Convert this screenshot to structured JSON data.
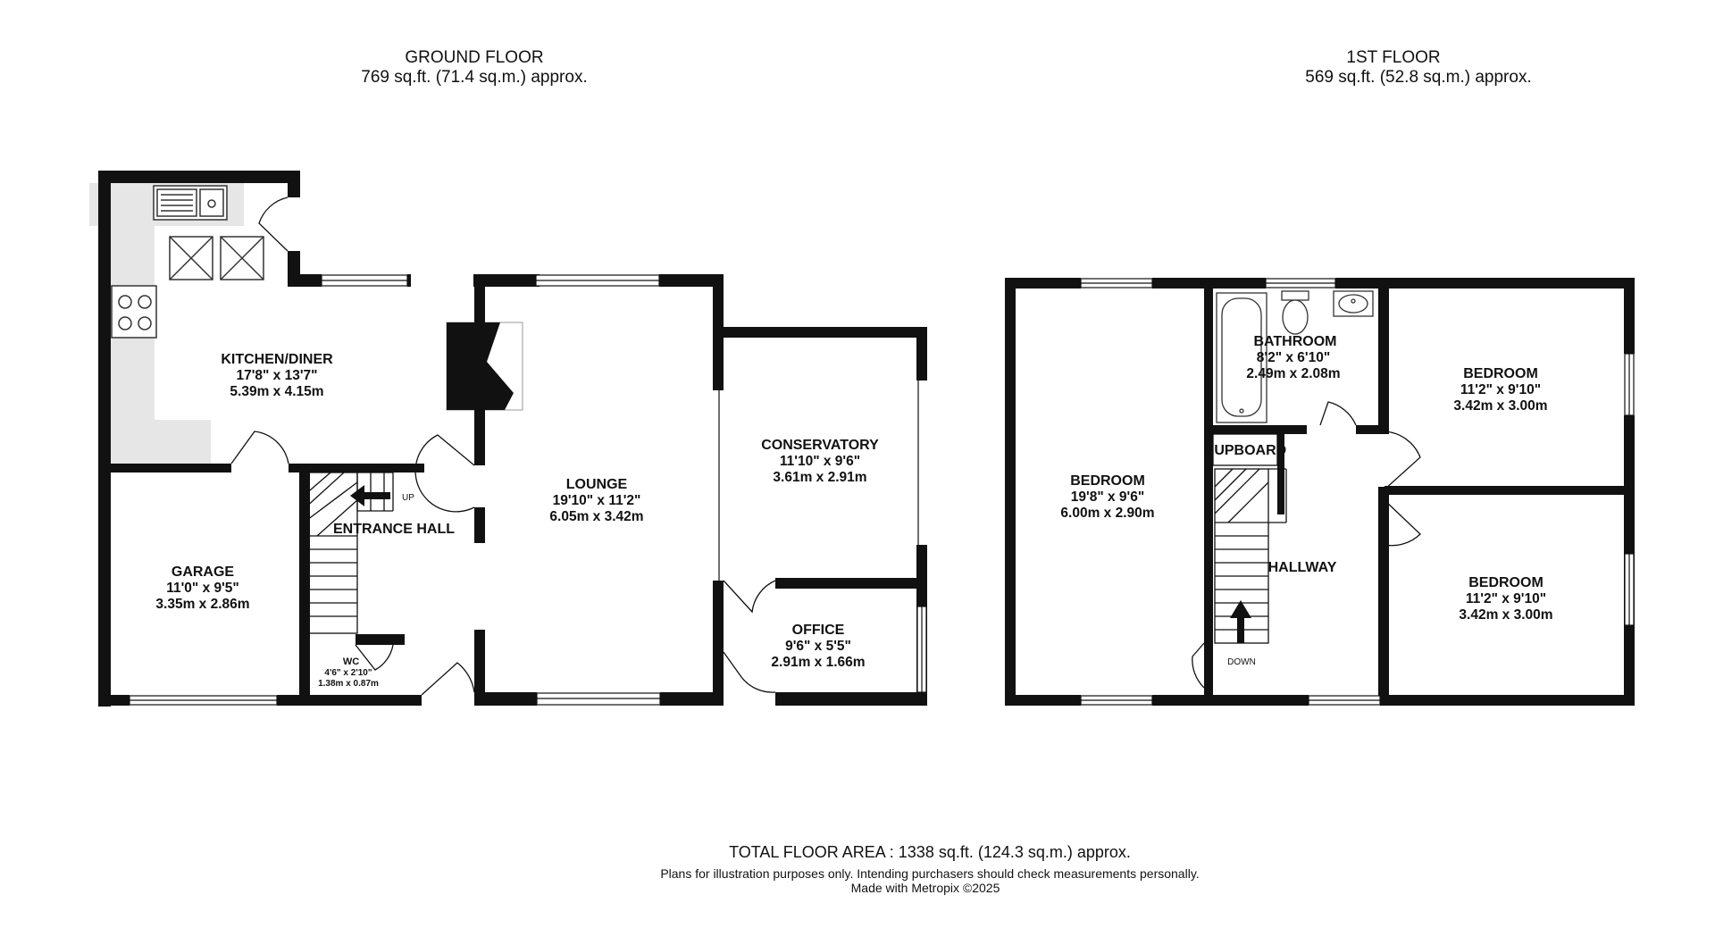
{
  "ground_floor": {
    "title": "GROUND FLOOR",
    "area": "769 sq.ft. (71.4 sq.m.) approx.",
    "rooms": {
      "kitchen": {
        "name": "KITCHEN/DINER",
        "imperial": "17'8\"  x 13'7\"",
        "metric": "5.39m  x 4.15m"
      },
      "lounge": {
        "name": "LOUNGE",
        "imperial": "19'10\"  x 11'2\"",
        "metric": "6.05m  x 3.42m"
      },
      "conservatory": {
        "name": "CONSERVATORY",
        "imperial": "11'10\"  x 9'6\"",
        "metric": "3.61m  x 2.91m"
      },
      "garage": {
        "name": "GARAGE",
        "imperial": "11'0\"  x 9'5\"",
        "metric": "3.35m  x 2.86m"
      },
      "entrance_hall": {
        "name": "ENTRANCE HALL"
      },
      "office": {
        "name": "OFFICE",
        "imperial": "9'6\"  x 5'5\"",
        "metric": "2.91m  x 1.66m"
      },
      "wc": {
        "name": "WC",
        "imperial": "4'6\"  x 2'10\"",
        "metric": "1.38m  x 0.87m"
      }
    },
    "stairs_label": "UP"
  },
  "first_floor": {
    "title": "1ST FLOOR",
    "area": "569 sq.ft. (52.8 sq.m.) approx.",
    "rooms": {
      "bedroom_main": {
        "name": "BEDROOM",
        "imperial": "19'8\"  x 9'6\"",
        "metric": "6.00m  x 2.90m"
      },
      "bathroom": {
        "name": "BATHROOM",
        "imperial": "8'2\"  x 6'10\"",
        "metric": "2.49m  x 2.08m"
      },
      "bedroom_2": {
        "name": "BEDROOM",
        "imperial": "11'2\"  x 9'10\"",
        "metric": "3.42m  x 3.00m"
      },
      "bedroom_3": {
        "name": "BEDROOM",
        "imperial": "11'2\"  x 9'10\"",
        "metric": "3.42m  x 3.00m"
      },
      "cupboard": {
        "name": "CUPBOARD"
      },
      "hallway": {
        "name": "HALLWAY"
      }
    },
    "stairs_label": "DOWN"
  },
  "footer": {
    "total": "TOTAL FLOOR AREA : 1338 sq.ft. (124.3 sq.m.) approx.",
    "disclaimer": "Plans for illustration purposes only. Intending purchasers should check measurements personally.",
    "credit": "Made with Metropix ©2025"
  },
  "colors": {
    "wall": "#111111",
    "fitted_units": "#e6e6e6",
    "background": "#ffffff"
  }
}
